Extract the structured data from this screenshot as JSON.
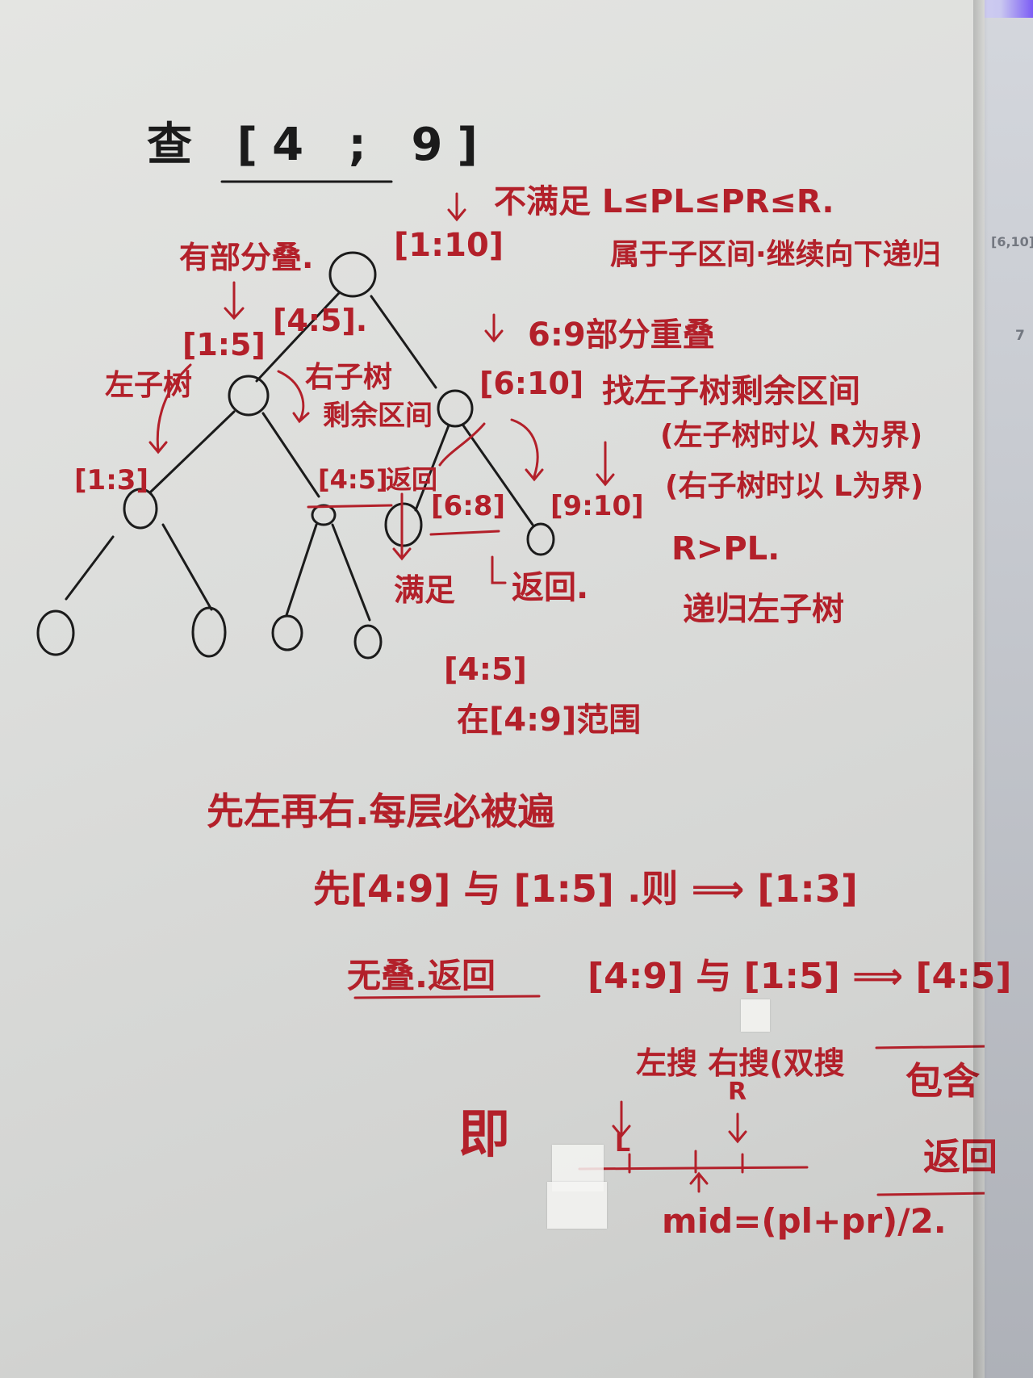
{
  "title": "查 [4 ; 9]",
  "root_range": "[1:10]",
  "root_note": "不满足 L≤PL≤PR≤R.",
  "root_note2": "属于子区间·继续向下递归",
  "partial_overlap": "有部分叠.",
  "left_range": "[1:5]",
  "left_hit": "[4:5].",
  "left_tree_label": "左子树",
  "right_subtree_note": "右子树",
  "right_subtree_note2": "剩余区间",
  "right_range_note": "6:9部分重叠",
  "right_range": "[6:10]",
  "find_left": "找左子树剩余区间",
  "left_bound": "(左子树时以 R为界)",
  "right_bound": "(右子树时以 L为界)",
  "r_gt_pl": "R>PL.",
  "recurse_left": "递归左子树",
  "leaf_13": "[1:3]",
  "leaf_45": "[4:5]",
  "return_word": "返回",
  "leaf_68": "[6:8]",
  "leaf_910": "[9:10]",
  "satisfied": "满足",
  "returned": "返回.",
  "hit_45": "[4:5]",
  "in_range": "在[4:9]范围",
  "order_note": "先左再右.每层必被遍",
  "line_first": "先[4:9] 与 [1:5] .则 ⟹ [1:3]",
  "no_overlap": "无叠.返回",
  "line_second": "[4:9] 与 [1:5] ⟹ [4:5]",
  "contain": "包含",
  "contain_return": "返回",
  "search_note": "左搜 右搜(双搜",
  "r_mark": "R",
  "ji": "即",
  "l_mark": "L",
  "mid_formula": "mid=(pl+pr)/2.",
  "side_text": "[6,10]",
  "side_node": "7",
  "colors": {
    "ink_red": "#b3202a",
    "ink_black": "#1b1b1b",
    "paper": "#dcdddb"
  }
}
